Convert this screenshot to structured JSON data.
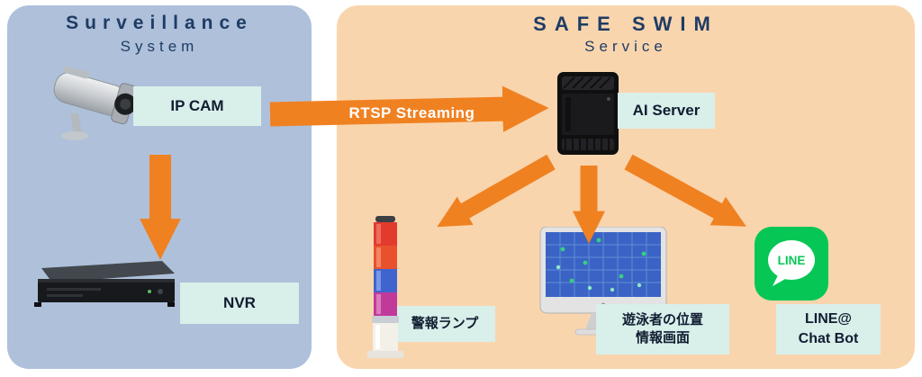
{
  "colors": {
    "accent_orange": "#F08121",
    "panel_left_bg": "#AEC0DA",
    "panel_right_bg": "#F9D5AE",
    "label_bg": "#D9EFEA",
    "title_color": "#1F3C64",
    "label_text": "#101C30",
    "line_green": "#06C755",
    "screen_blue": "#3A63C5"
  },
  "left_panel": {
    "title_line1": "Surveillance",
    "title_line2": "System",
    "ipcam_label": "IP CAM",
    "nvr_label": "NVR"
  },
  "right_panel": {
    "title_line1": "SAFE SWIM",
    "title_line2": "Service",
    "ai_server_label": "AI Server",
    "alert_lamp_label": "警報ランプ",
    "monitor_label_line1": "遊泳者の位置",
    "monitor_label_line2": "情報画面",
    "line_icon_text": "LINE",
    "line_label_line1": "LINE@",
    "line_label_line2": "Chat Bot"
  },
  "connections": {
    "rtsp_label": "RTSP Streaming"
  }
}
